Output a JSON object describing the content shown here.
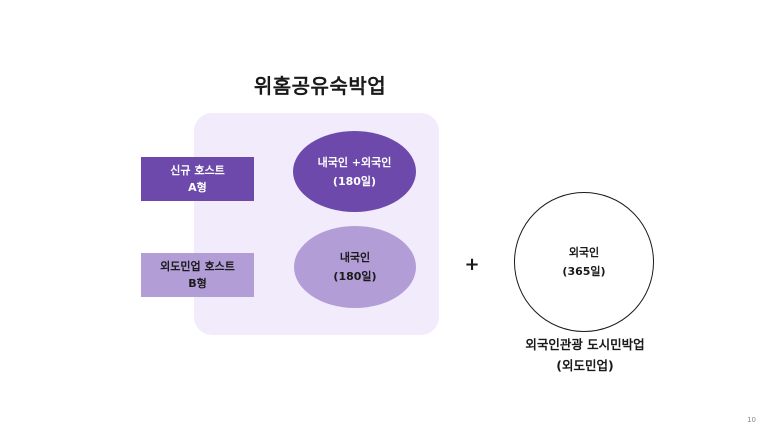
{
  "slide": {
    "title": "위홈공유숙박업",
    "page_number": "10"
  },
  "hosts": {
    "a": {
      "line1": "신규 호스트",
      "line2": "A형"
    },
    "b": {
      "line1": "외도민업 호스트",
      "line2": "B형"
    }
  },
  "ellipses": {
    "a": {
      "line1": "내국인 +외국인",
      "line2": "(180일)"
    },
    "b": {
      "line1": "내국인",
      "line2": "(180일)"
    }
  },
  "operator": "+",
  "foreign": {
    "line1": "외국인",
    "line2": "(365일)",
    "caption_line1": "외국인관광 도시민박업",
    "caption_line2": "(외도민업)"
  },
  "colors": {
    "dark_purple": "#6c49aa",
    "light_purple": "#b29dd7",
    "panel_bg": "#f1ebfb"
  }
}
